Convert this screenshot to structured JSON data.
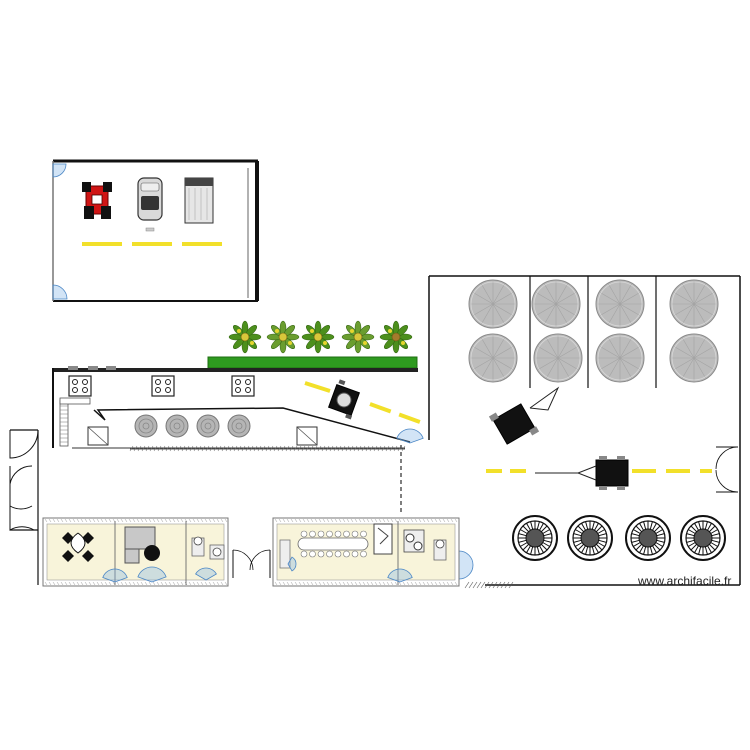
{
  "canvas": {
    "background": "#ffffff"
  },
  "watermark": {
    "text": "www.archifacile.fr"
  },
  "palette": {
    "wall": "#111111",
    "thin_wall": "#555555",
    "lane_marking": "#f2e02a",
    "grass": "#2e9a1f",
    "grass_dark": "#1f6f12",
    "room_floor": "#f8f4da",
    "tank_gray": "#bdbdbd",
    "door_blue": "#7fb2e5",
    "tractor_red": "#d01515"
  },
  "garage": {
    "vehicles": [
      {
        "name": "red-tractor-icon"
      },
      {
        "name": "car-icon"
      },
      {
        "name": "trailer-icon"
      }
    ],
    "parking_lines": 3
  },
  "planting_strip": {
    "plants": 5
  },
  "cellar": {
    "stoves": 3,
    "small_vats": 4,
    "forklift": "forklift-icon"
  },
  "tank_hall": {
    "gray_tanks": 8,
    "grid_tanks": 4,
    "carts": 2
  },
  "offices": {
    "left_unit": [
      "office-tables",
      "kitchen-block",
      "bathroom"
    ],
    "right_unit": [
      "meeting-table",
      "kitchen-block",
      "bathroom"
    ]
  }
}
